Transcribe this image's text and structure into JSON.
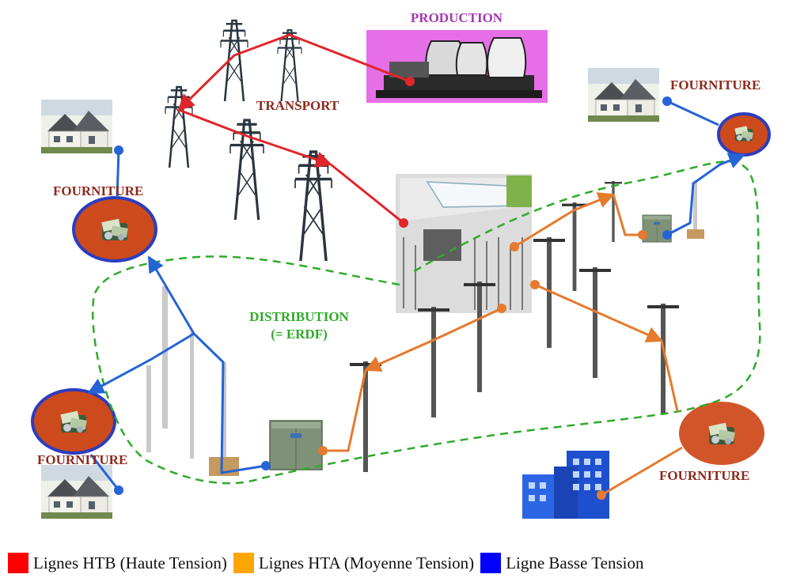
{
  "labels": {
    "production": "PRODUCTION",
    "transport": "TRANSPORT",
    "distribution_line1": "DISTRIBUTION",
    "distribution_line2": "(= ERDF)",
    "fourniture_top_right": "FOURNITURE",
    "fourniture_top_left": "FOURNITURE",
    "fourniture_bottom_left": "FOURNITURE",
    "fourniture_bottom_right": "FOURNITURE"
  },
  "legend": [
    {
      "label": "Lignes HTB (Haute Tension)",
      "color": "#ff0000"
    },
    {
      "label": "Lignes HTA (Moyenne Tension)",
      "color": "#ffa500"
    },
    {
      "label": "Ligne Basse Tension",
      "color": "#0000ff"
    }
  ],
  "colors": {
    "htb": "#e0262a",
    "hta": "#e67a2e",
    "bt": "#2563d6",
    "distribution_boundary": "#2faa2a",
    "production_bg": "#e56fe6"
  }
}
